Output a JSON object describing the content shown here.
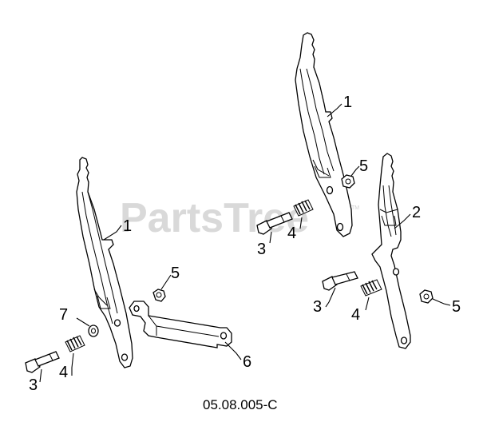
{
  "watermark": {
    "text": "PartsTree",
    "trademark": "TM"
  },
  "diagram_code": "05.08.005-C",
  "callouts": {
    "lever_left": "1",
    "lever_right_upper": "1",
    "lever_right_lower": "2",
    "bolt_left": "3",
    "bolt_right_upper": "3",
    "bolt_right_lower": "3",
    "spring_left": "4",
    "spring_right_upper": "4",
    "spring_right_lower": "4",
    "nut_left": "5",
    "nut_right_upper": "5",
    "nut_right_lower": "5",
    "bracket_left": "6",
    "washer_left": "7"
  }
}
